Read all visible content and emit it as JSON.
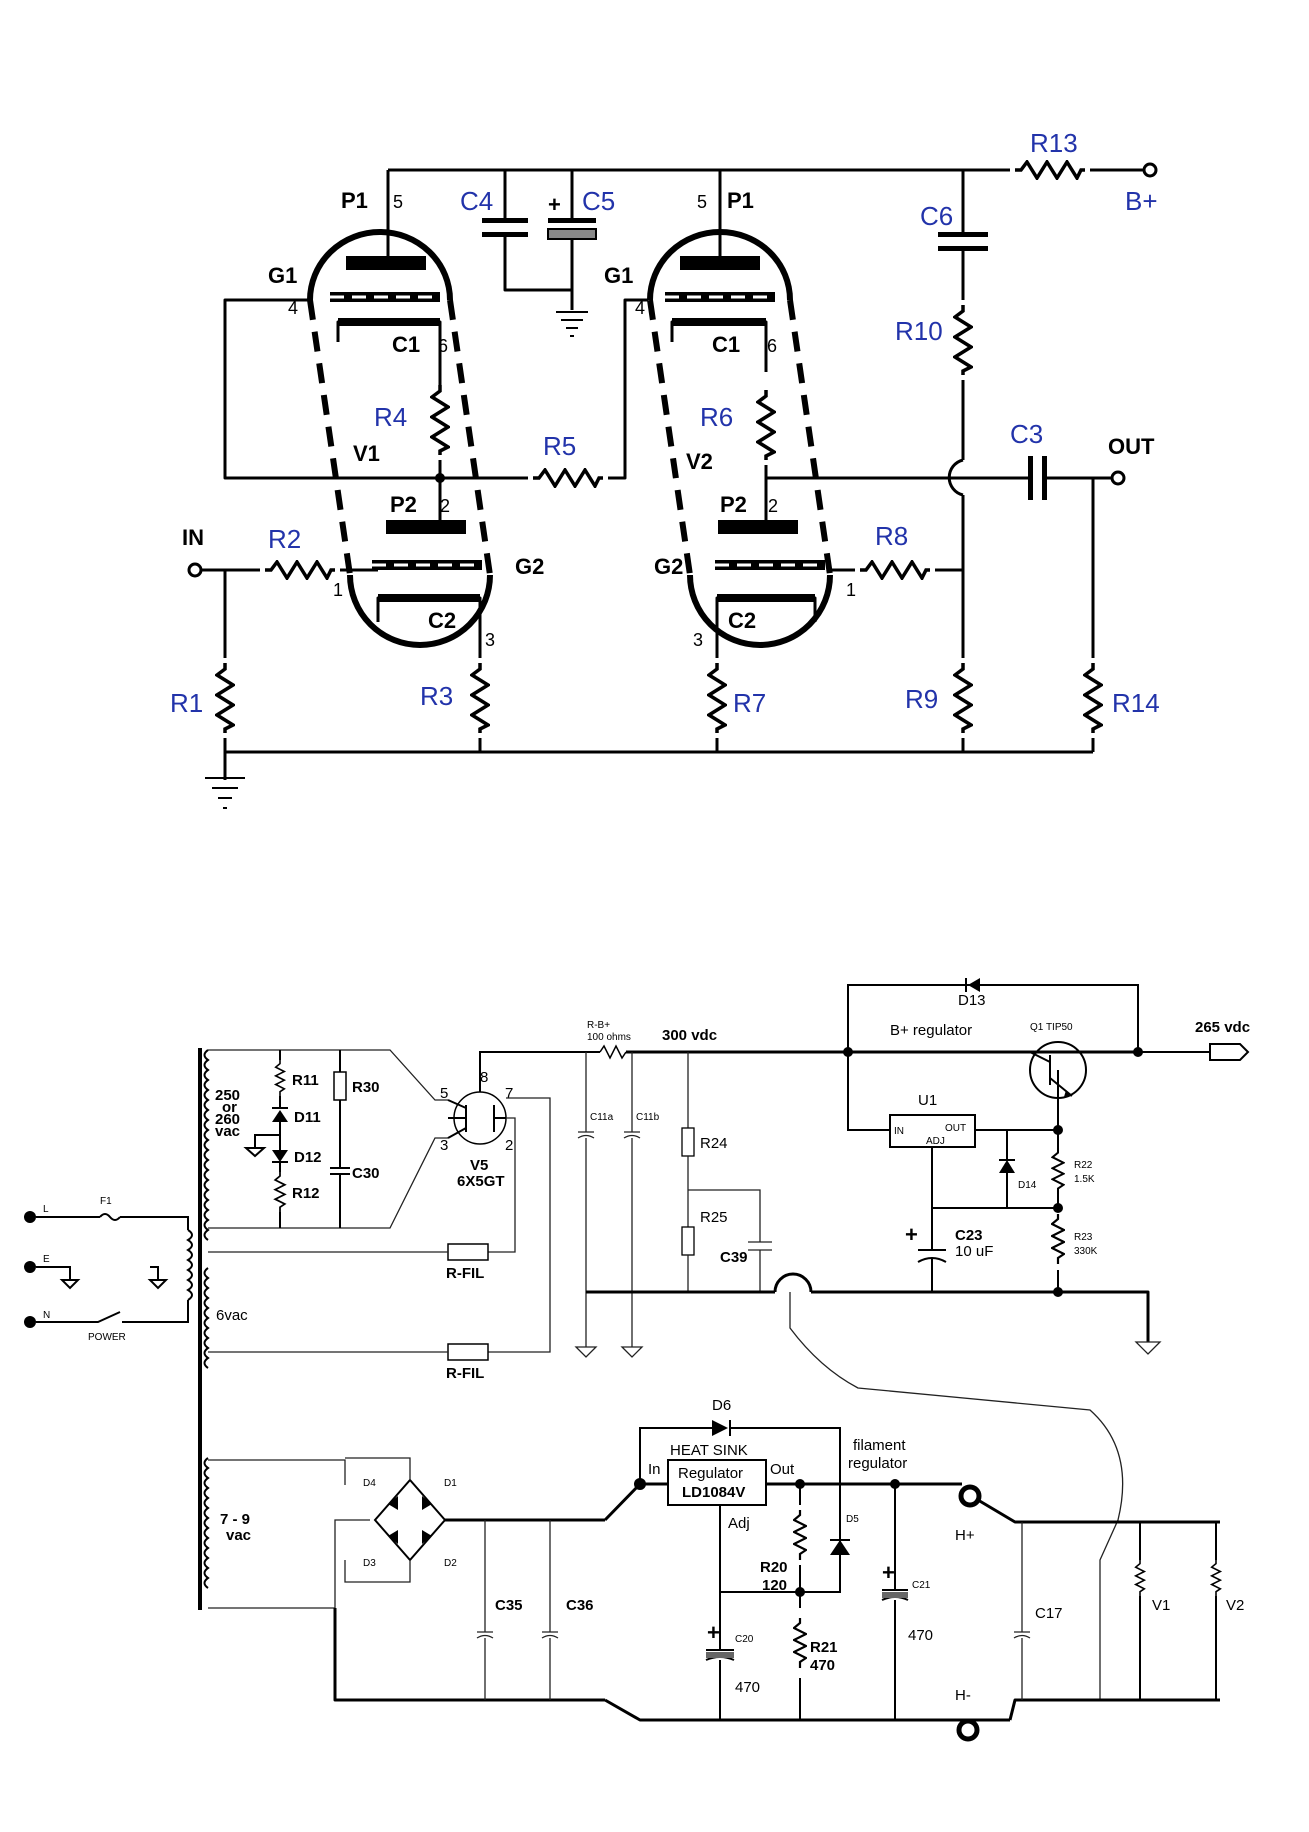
{
  "amp": {
    "tube1": {
      "name": "V1",
      "plate1": "P1",
      "grid1": "G1",
      "cathode1": "C1",
      "plate2": "P2",
      "grid2": "G2",
      "cathode2": "C2",
      "pin5": "5",
      "pin4": "4",
      "pin6": "6",
      "pin2": "2",
      "pin1": "1",
      "pin3": "3"
    },
    "tube2": {
      "name": "V2",
      "plate1": "P1",
      "grid1": "G1",
      "cathode1": "C1",
      "plate2": "P2",
      "grid2": "G2",
      "cathode2": "C2",
      "pin5": "5",
      "pin4": "4",
      "pin6": "6",
      "pin2": "2",
      "pin1": "1",
      "pin3": "3"
    },
    "resistors": [
      "R1",
      "R2",
      "R3",
      "R4",
      "R5",
      "R6",
      "R7",
      "R8",
      "R9",
      "R10",
      "R13",
      "R14"
    ],
    "capacitors": [
      "C3",
      "C4",
      "C5",
      "C6"
    ],
    "in_label": "IN",
    "out_label": "OUT",
    "bplus_label": "B+"
  },
  "psu": {
    "transformer": {
      "primary_taps": [
        "L",
        "E",
        "N"
      ],
      "fuse": "F1",
      "switch": "POWER",
      "hv_label": "250\nor\n260\nvac",
      "hv_lines": [
        "250",
        "or",
        "260",
        "vac"
      ],
      "fil_label": "6vac",
      "lv_lines": [
        "7 - 9",
        "vac"
      ]
    },
    "hv_parts": {
      "r11": "R11",
      "d11": "D11",
      "d12": "D12",
      "r12": "R12",
      "r30": "R30",
      "c30": "C30"
    },
    "rectifier": {
      "name": "V5",
      "type": "6X5GT",
      "pin5": "5",
      "pin8": "8",
      "pin7": "7",
      "pin3": "3",
      "pin2": "2"
    },
    "rfil1": "R-FIL",
    "rfil2": "R-FIL",
    "rbplus_lines": [
      "R-B+",
      "100 ohms"
    ],
    "v300": "300 vdc",
    "c11a": "C11a",
    "c11b": "C11b",
    "r24": "R24",
    "r25": "R25",
    "c39": "C39",
    "d13": "D13",
    "bplus_reg": "B+ regulator",
    "q1": "Q1  TIP50",
    "v265": "265 vdc",
    "u1": "U1",
    "u1_in": "IN",
    "u1_out": "OUT",
    "u1_adj": "ADJ",
    "d14": "D14",
    "r22": "R22",
    "r22v": "1.5K",
    "r23": "R23",
    "r23v": "330K",
    "c23": "C23",
    "c23v": "10 uF",
    "bridge": {
      "d1": "D1",
      "d2": "D2",
      "d3": "D3",
      "d4": "D4"
    },
    "c35": "C35",
    "c36": "C36",
    "d6": "D6",
    "heatsink": "HEAT SINK",
    "reg_name": "Regulator",
    "reg_part": "LD1084V",
    "reg_in": "In",
    "reg_out": "Out",
    "reg_adj": "Adj",
    "fil_reg_lines": [
      "filament",
      "regulator"
    ],
    "d5": "D5",
    "r20": "R20",
    "r20v": "120",
    "r21": "R21",
    "r21v": "470",
    "c20": "C20",
    "c20v": "470",
    "c21": "C21",
    "c21v": "470",
    "hplus": "H+",
    "hminus": "H-",
    "c17": "C17",
    "v1": "V1",
    "v2": "V2"
  }
}
